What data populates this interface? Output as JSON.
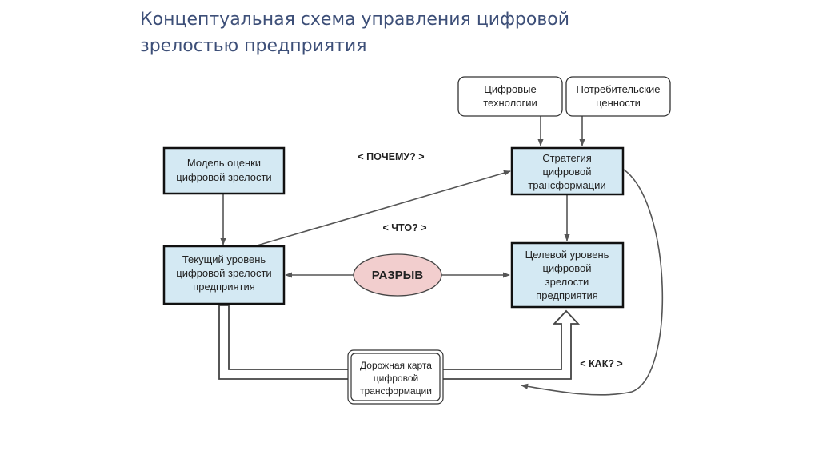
{
  "title": {
    "line1": "Концептуальная схема управления цифровой",
    "line2": "зрелостью предприятия"
  },
  "diagram": {
    "model_box": {
      "lines": [
        "Модель оценки",
        "цифровой зрелости"
      ]
    },
    "current_box": {
      "lines": [
        "Текущий уровень",
        "цифровой зрелости",
        "предприятия"
      ]
    },
    "tech_box": {
      "lines": [
        "Цифровые",
        "технологии"
      ]
    },
    "values_box": {
      "lines": [
        "Потребительские",
        "ценности"
      ]
    },
    "strategy_box": {
      "lines": [
        "Стратегия",
        "цифровой",
        "трансформации"
      ]
    },
    "target_box": {
      "lines": [
        "Целевой уровень",
        "цифровой",
        "зрелости",
        "предприятия"
      ]
    },
    "roadmap_box": {
      "lines": [
        "Дорожная карта",
        "цифровой",
        "трансформации"
      ]
    },
    "gap_label": "РАЗРЫВ",
    "why_label": "< ПОЧЕМУ? >",
    "what_label": "< ЧТО? >",
    "how_label": "< КАК? >",
    "colors": {
      "box_fill": "#d4e9f3",
      "gap_fill": "#f2cece",
      "title": "#3d4f78"
    }
  }
}
